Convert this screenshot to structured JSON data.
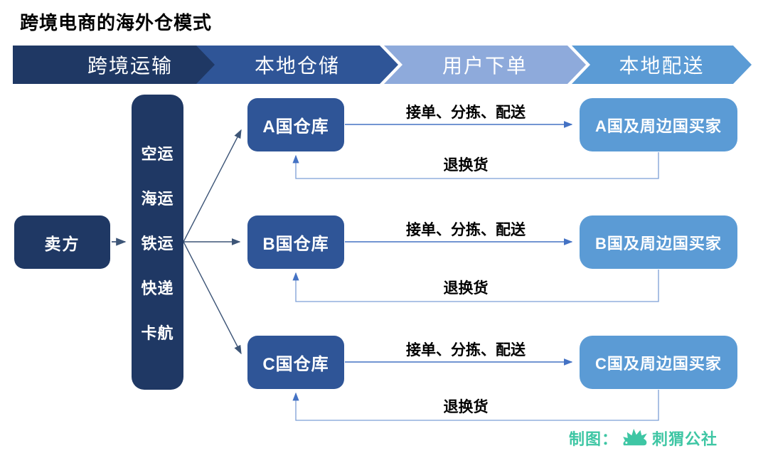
{
  "title": "跨境电商的海外仓模式",
  "banner": {
    "stages": [
      {
        "label": "跨境运输",
        "color": "#1F3864"
      },
      {
        "label": "本地仓储",
        "color": "#2F5597"
      },
      {
        "label": "用户下单",
        "color": "#8EAADB"
      },
      {
        "label": "本地配送",
        "color": "#5B9BD5"
      }
    ]
  },
  "seller": {
    "label": "卖方"
  },
  "transport": {
    "modes": [
      "空运",
      "海运",
      "铁运",
      "快递",
      "卡航"
    ]
  },
  "rows": [
    {
      "warehouse": "A国仓库",
      "buyer": "A国及周边国买家",
      "forward_label": "接单、分拣、配送",
      "return_label": "退换货"
    },
    {
      "warehouse": "B国仓库",
      "buyer": "B国及周边国买家",
      "forward_label": "接单、分拣、配送",
      "return_label": "退换货"
    },
    {
      "warehouse": "C国仓库",
      "buyer": "C国及周边国买家",
      "forward_label": "接单、分拣、配送",
      "return_label": "退换货"
    }
  ],
  "footer": {
    "credit": "制图：",
    "brand": "刺猬公社",
    "brand_color": "#3EC6A4"
  },
  "colors": {
    "dark_navy": "#1F3864",
    "medium_blue": "#2F5597",
    "light_blue": "#5B9BD5",
    "periwinkle": "#8EAADB",
    "connector_blue": "#4472C4",
    "return_line": "#7C9FD6",
    "fan_line": "#3D5577",
    "label_text": "#000000"
  }
}
